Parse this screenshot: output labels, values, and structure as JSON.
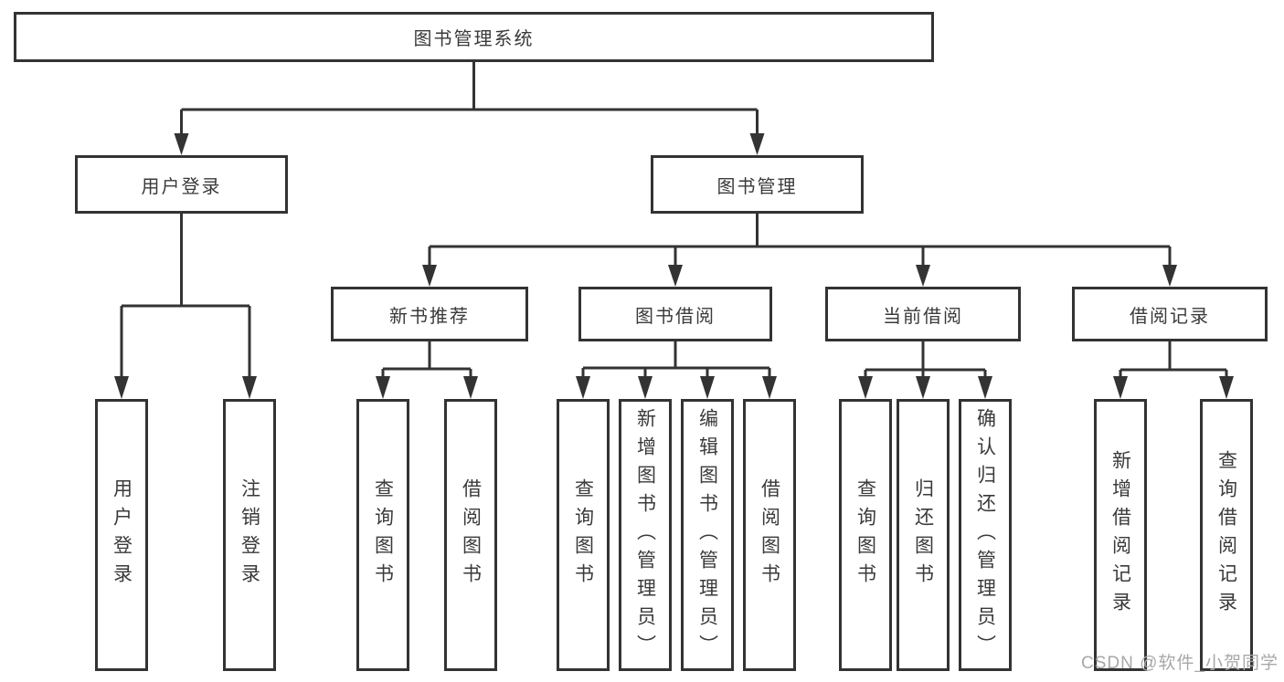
{
  "diagram": {
    "type": "hierarchy-tree",
    "title": "图书管理系统",
    "colors": {
      "line": "#333333",
      "box_border": "#333333",
      "box_background": "#ffffff",
      "text": "#3a3a3a",
      "watermark": "#a8a8a8"
    },
    "tree": {
      "label": "图书管理系统",
      "children": [
        {
          "label": "用户登录",
          "children": [
            {
              "label": "用户登录"
            },
            {
              "label": "注销登录"
            }
          ]
        },
        {
          "label": "图书管理",
          "children": [
            {
              "label": "新书推荐",
              "children": [
                {
                  "label": "查询图书"
                },
                {
                  "label": "借阅图书"
                }
              ]
            },
            {
              "label": "图书借阅",
              "children": [
                {
                  "label": "查询图书"
                },
                {
                  "label": "新增图书（管理员）"
                },
                {
                  "label": "编辑图书（管理员）"
                },
                {
                  "label": "借阅图书"
                }
              ]
            },
            {
              "label": "当前借阅",
              "children": [
                {
                  "label": "查询图书"
                },
                {
                  "label": "归还图书"
                },
                {
                  "label": "确认归还（管理员）"
                }
              ]
            },
            {
              "label": "借阅记录",
              "children": [
                {
                  "label": "新增借阅记录"
                },
                {
                  "label": "查询借阅记录"
                }
              ]
            }
          ]
        }
      ]
    },
    "watermark": "CSDN @软件_小贺同学"
  }
}
